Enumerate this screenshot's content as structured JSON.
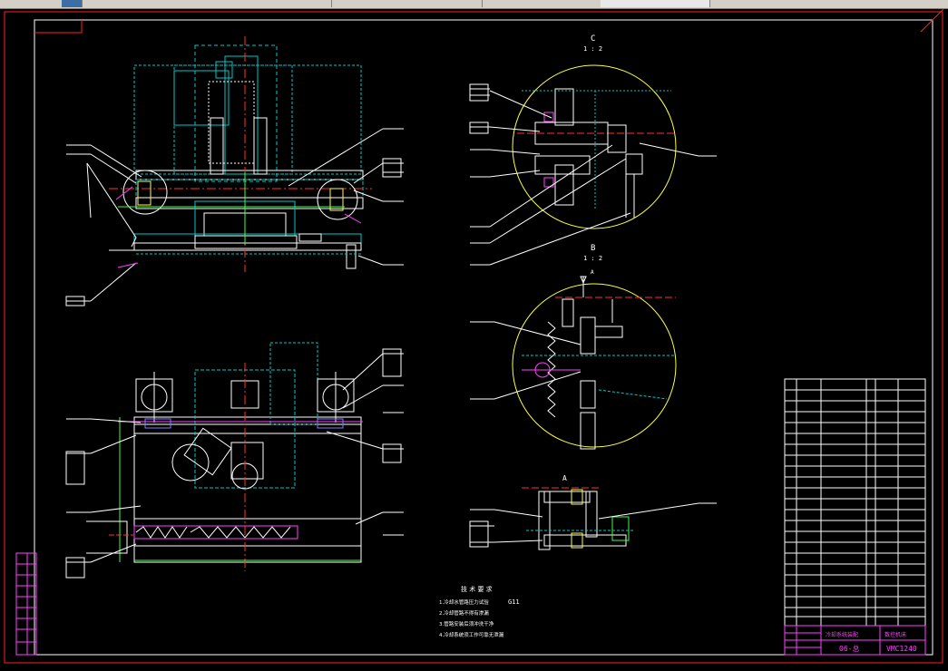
{
  "toolbar": {
    "tabs": [
      "",
      "",
      "",
      "",
      "",
      ""
    ]
  },
  "sections": {
    "c": {
      "letter": "C",
      "scale": "1 : 2"
    },
    "b": {
      "letter": "B",
      "scale": "1 : 2",
      "arrow": "A"
    },
    "a": {
      "letter": "A"
    }
  },
  "notes": {
    "heading": "技 术 要 求",
    "items": [
      "1.冷却水管路压力试验",
      "2.冷却管路不得有渗漏",
      "3.管路安装后须冲洗干净",
      "4.冷却系统须工作可靠无泄漏"
    ],
    "standard": "G11"
  },
  "title_block": {
    "part_name": "冷却系统装配",
    "code": "06-总",
    "model": "VMC1240",
    "org": "数控机床"
  },
  "colors": {
    "border": "#ff2020",
    "outline": "#ffffff",
    "machine": "#00c8c8",
    "detail": "#ffff40",
    "center": "#ff3030",
    "pipe": "#ff40ff"
  }
}
